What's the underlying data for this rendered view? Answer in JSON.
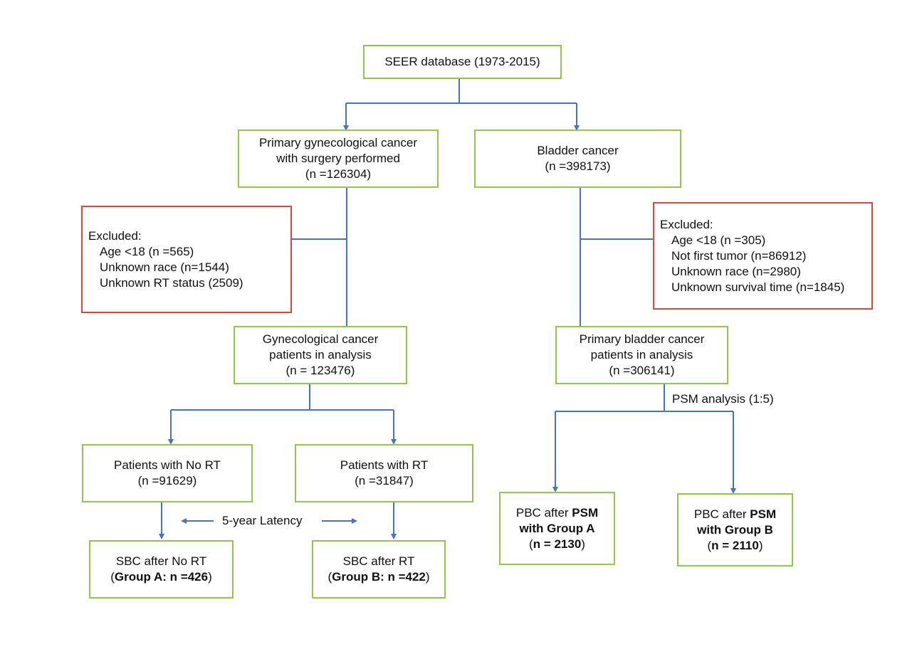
{
  "colors": {
    "box_border": "#92c84a",
    "excluded_border": "#d9463f",
    "connector": "#4a72c4"
  },
  "boxes": {
    "seer": {
      "line1": "SEER database (1973-2015)"
    },
    "gyn_primary": {
      "line1": "Primary gynecological  cancer",
      "line2": "with surgery performed",
      "line3": "(n =126304)"
    },
    "bladder": {
      "line1": "Bladder cancer",
      "line2": "(n =398173)"
    },
    "gyn_excluded": {
      "title": "Excluded:",
      "items": [
        "Age <18 (n =565)",
        "Unknown race (n=1544)",
        "Unknown RT status (2509)"
      ]
    },
    "bladder_excluded": {
      "title": "Excluded:",
      "items": [
        "Age <18 (n =305)",
        "Not first tumor (n=86912)",
        "Unknown race (n=2980)",
        "Unknown survival time (n=1845)"
      ]
    },
    "gyn_analysis": {
      "line1": "Gynecological  cancer",
      "line2": "patients in analysis",
      "line3": "(n = 123476)"
    },
    "pbc_analysis": {
      "line1": "Primary bladder cancer",
      "line2": "patients in analysis",
      "line3": "(n =306141)"
    },
    "no_rt": {
      "line1": "Patients with No RT",
      "line2": "(n =91629)"
    },
    "with_rt": {
      "line1": "Patients with RT",
      "line2": "(n =31847)"
    },
    "sbc_no_rt": {
      "line1": "SBC after No RT",
      "open": "(",
      "bold": "Group A: n =426",
      "close": ")"
    },
    "sbc_rt": {
      "line1": "SBC after RT",
      "open": "(",
      "bold": "Group B: n =422",
      "close": ")"
    },
    "pbc_a": {
      "pre": "PBC after ",
      "bold1": "PSM",
      "bold2": "with Group A",
      "open": "(",
      "bold3": "n = 2130",
      "close": ")"
    },
    "pbc_b": {
      "pre": "PBC after ",
      "bold1": "PSM",
      "bold2": "with Group B",
      "open": "(",
      "bold3": "n = 2110",
      "close": ")"
    }
  },
  "labels": {
    "psm": "PSM analysis (1:5)",
    "latency": "5-year Latency"
  }
}
